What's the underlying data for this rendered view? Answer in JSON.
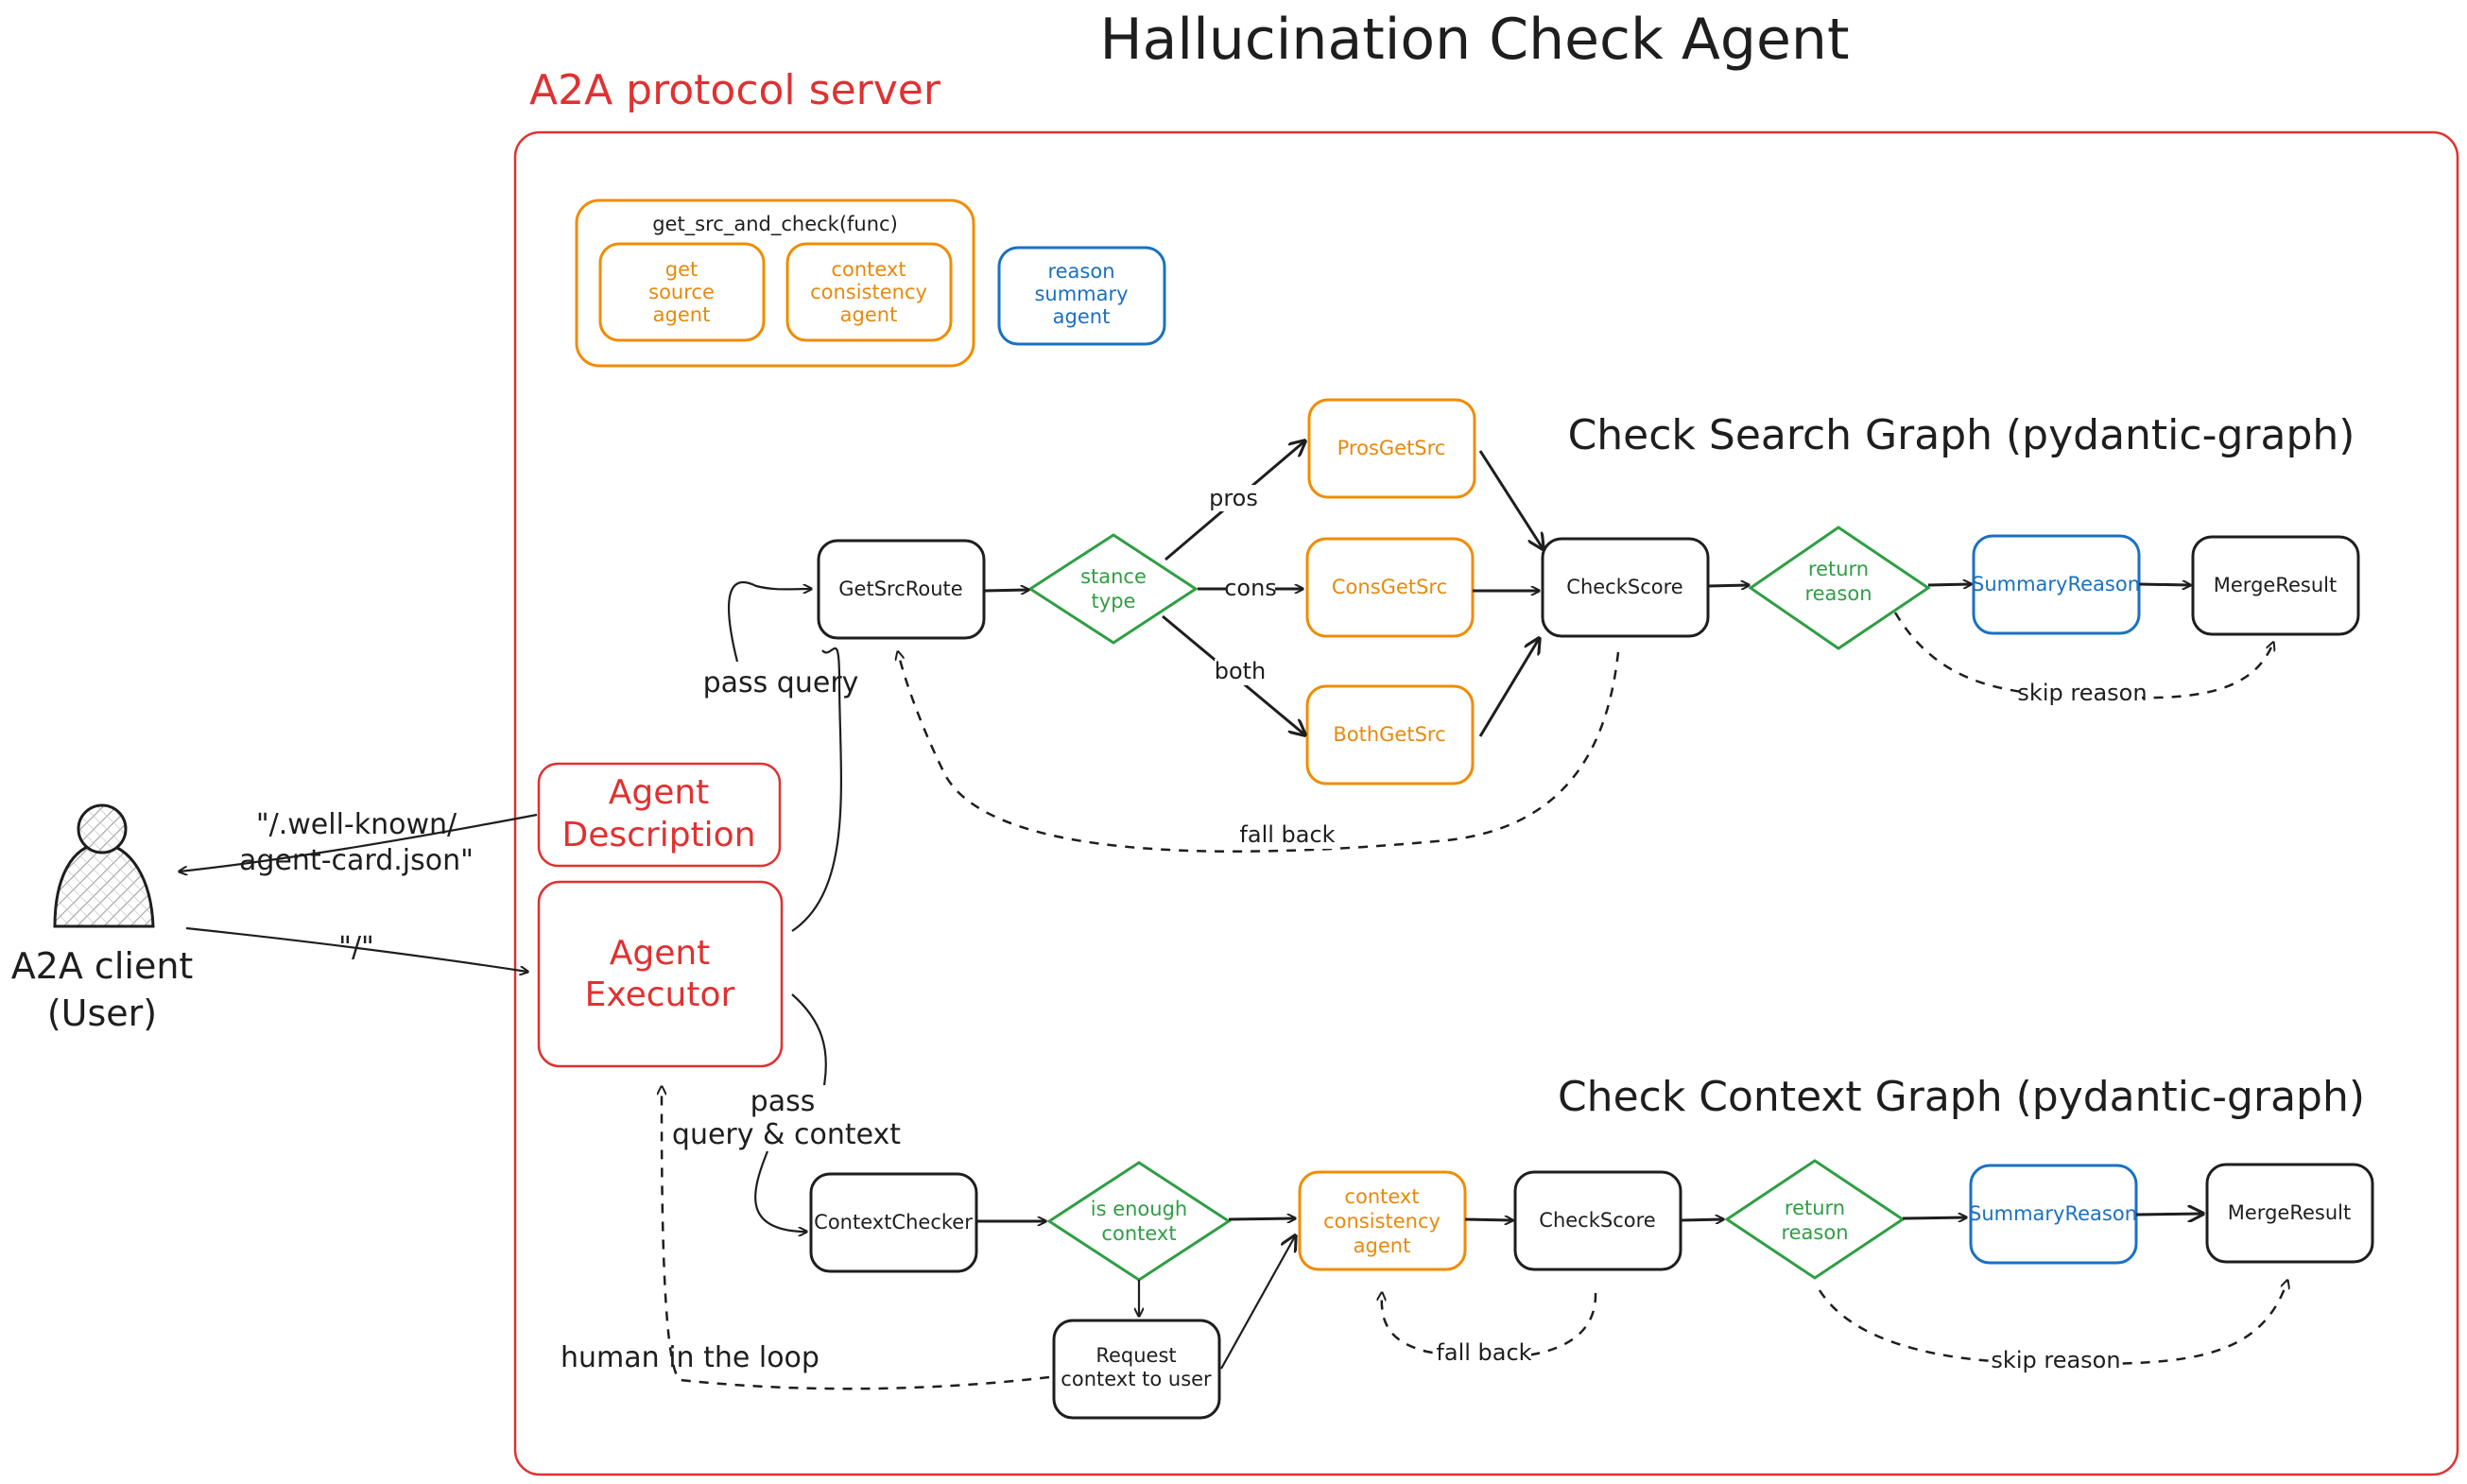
{
  "title": "Hallucination Check Agent",
  "server": {
    "title": "A2A protocol server"
  },
  "client": {
    "label_line1": "A2A client",
    "label_line2": "(User)"
  },
  "func_group": {
    "label": "get_src_and_check(func)",
    "get_source_agent": [
      "get",
      "source",
      "agent"
    ],
    "context_consistency_agent": [
      "context",
      "consistency",
      "agent"
    ]
  },
  "reason_summary_agent": [
    "reason",
    "summary",
    "agent"
  ],
  "agent_description": [
    "Agent",
    "Description"
  ],
  "agent_executor": [
    "Agent",
    "Executor"
  ],
  "search_graph": {
    "title": "Check Search Graph (pydantic-graph)",
    "nodes": {
      "get_src_route": "GetSrcRoute",
      "stance_type": [
        "stance",
        "type"
      ],
      "pros_get_src": "ProsGetSrc",
      "cons_get_src": "ConsGetSrc",
      "both_get_src": "BothGetSrc",
      "check_score": "CheckScore",
      "return_reason": [
        "return",
        "reason"
      ],
      "summary_reason": "SummaryReason",
      "merge_result": "MergeResult"
    },
    "edge_labels": {
      "pros": "pros",
      "cons": "cons",
      "both": "both",
      "fall_back": "fall back",
      "skip_reason": "skip reason"
    }
  },
  "context_graph": {
    "title": "Check Context Graph (pydantic-graph)",
    "nodes": {
      "context_checker": "ContextChecker",
      "is_enough_context": [
        "is enough",
        "context"
      ],
      "context_consistency_agent": [
        "context",
        "consistency",
        "agent"
      ],
      "request_context": [
        "Request",
        "context to user"
      ],
      "check_score": "CheckScore",
      "return_reason": [
        "return",
        "reason"
      ],
      "summary_reason": "SummaryReason",
      "merge_result": "MergeResult"
    },
    "edge_labels": {
      "fall_back": "fall back",
      "skip_reason": "skip reason"
    }
  },
  "edge_labels": {
    "well_known": [
      "\"/.well-known/",
      "agent-card.json\""
    ],
    "root": "\"/\"",
    "pass_query": "pass query",
    "pass_query_context": [
      "pass",
      "query & context"
    ],
    "human_in_loop": "human in the loop"
  },
  "colors": {
    "red": "#e03131",
    "orange": "#f08c00",
    "blue": "#1971c2",
    "green": "#2f9e44",
    "ink": "#1e1e1e"
  },
  "icons": {
    "user": "user-icon"
  }
}
